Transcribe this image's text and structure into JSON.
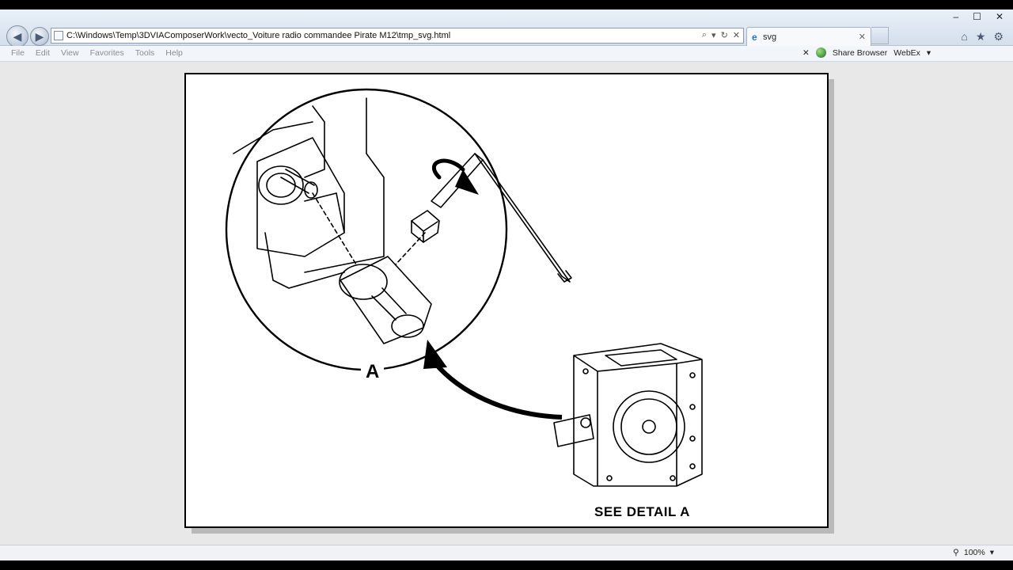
{
  "browser": {
    "address": "C:\\Windows\\Temp\\3DVIAComposerWork\\vecto_Voiture radio commandee Pirate M12\\tmp_svg.html",
    "tab_title": "svg",
    "window_controls": [
      "–",
      "☐",
      "✕"
    ],
    "menu": [
      "File",
      "Edit",
      "View",
      "Favorites",
      "Tools",
      "Help"
    ],
    "toolbar": {
      "close_glyph": "✕",
      "share_label": "Share Browser",
      "webex_label": "WebEx",
      "webex_arrow": "▾"
    },
    "address_tools": {
      "search": "⌕",
      "dropdown": "▾",
      "refresh": "↻",
      "stop": "✕"
    },
    "icons": {
      "back": "back-arrow-icon",
      "forward": "forward-arrow-icon",
      "home": "home-icon",
      "favorites": "star-icon",
      "tools": "gear-icon"
    }
  },
  "drawing": {
    "detail_label": "A",
    "caption": "SEE DETAIL A"
  },
  "status": {
    "zoom": "100%",
    "zoom_arrow": "▾"
  }
}
